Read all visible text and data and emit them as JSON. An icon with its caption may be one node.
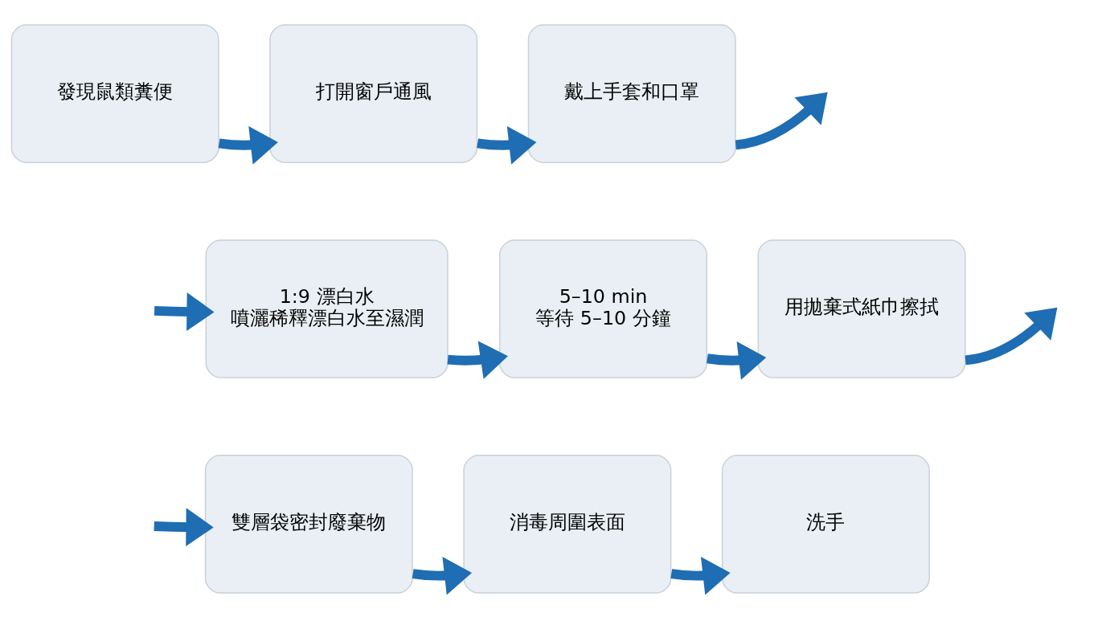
{
  "diagram": {
    "nodes": [
      {
        "text": [
          "發現鼠類糞便"
        ]
      },
      {
        "text": [
          "打開窗戶通風"
        ]
      },
      {
        "text": [
          "戴上手套和口罩"
        ]
      },
      {
        "text": [
          "1:9 漂白水",
          "噴灑稀釋漂白水至濕潤"
        ]
      },
      {
        "text": [
          "5–10 min",
          "等待 5–10 分鐘"
        ]
      },
      {
        "text": [
          "用拋棄式紙巾擦拭"
        ]
      },
      {
        "text": [
          "雙層袋密封廢棄物"
        ]
      },
      {
        "text": [
          "消毒周圍表面"
        ]
      },
      {
        "text": [
          "洗手"
        ]
      }
    ],
    "edges": [
      {
        "from": 0,
        "to": 1,
        "arrow": "to"
      },
      {
        "from": 1,
        "to": 2,
        "arrow": "to"
      },
      {
        "from": 2,
        "to": null,
        "arrow": "to"
      },
      {
        "from": null,
        "to": 3,
        "arrow": "to"
      },
      {
        "from": 3,
        "to": 4,
        "arrow": "to"
      },
      {
        "from": 4,
        "to": 5,
        "arrow": "to"
      },
      {
        "from": 5,
        "to": null,
        "arrow": "to"
      },
      {
        "from": null,
        "to": 6,
        "arrow": "to"
      },
      {
        "from": 6,
        "to": 7,
        "arrow": "to"
      },
      {
        "from": 7,
        "to": 8,
        "arrow": "to"
      }
    ]
  }
}
